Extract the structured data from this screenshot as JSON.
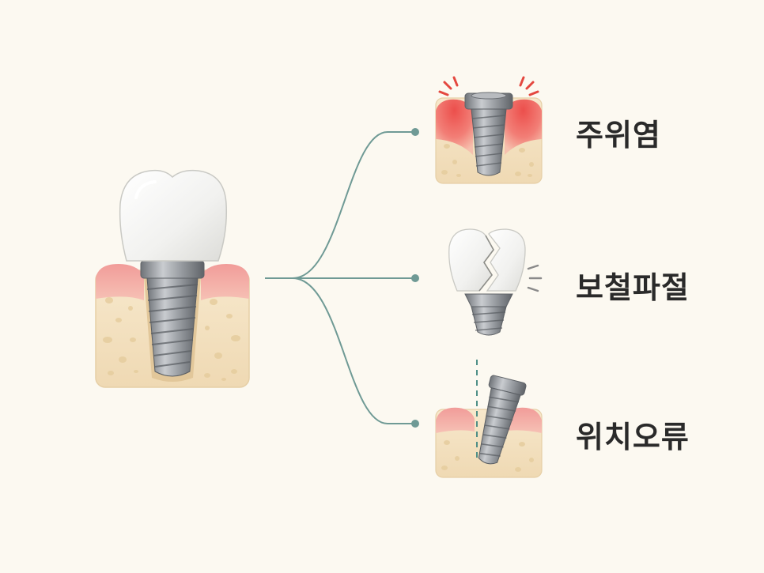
{
  "colors": {
    "background": "#fcf9f1",
    "connector": "#6f9a95",
    "bone": "#f4e2c2",
    "gum": "#f4a8a4",
    "inflamed_gum": "#ee5b57",
    "metal": "#8f9398",
    "crown": "#f7f7f6",
    "alert_red": "#e4473f",
    "alert_gray": "#8a8a8a"
  },
  "main_illustration": {
    "icon": "dental-implant-icon"
  },
  "complications": [
    {
      "label": "주위염",
      "icon": "peri-implantitis-icon"
    },
    {
      "label": "보철파절",
      "icon": "prosthesis-fracture-icon"
    },
    {
      "label": "위치오류",
      "icon": "implant-malposition-icon"
    }
  ]
}
